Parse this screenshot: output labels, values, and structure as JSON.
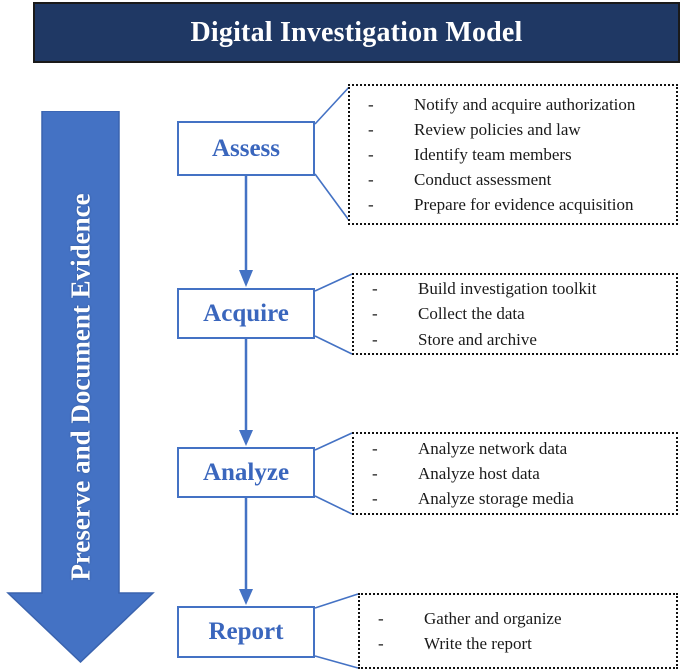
{
  "title": {
    "text": "Digital Investigation Model",
    "background_color": "#1F3864",
    "text_color": "#FFFFFF"
  },
  "side_arrow": {
    "label": "Preserve and Document Evidence",
    "direction": "down",
    "fill_color": "#4472C4",
    "text_color": "#FFFFFF"
  },
  "accent_color": "#4472C4",
  "stages": [
    {
      "name": "Assess",
      "details": [
        "Notify and acquire authorization",
        "Review policies and law",
        "Identify team members",
        "Conduct assessment",
        "Prepare for evidence acquisition"
      ]
    },
    {
      "name": "Acquire",
      "details": [
        "Build investigation toolkit",
        "Collect the data",
        "Store and archive"
      ]
    },
    {
      "name": "Analyze",
      "details": [
        "Analyze network data",
        "Analyze host data",
        "Analyze storage media"
      ]
    },
    {
      "name": "Report",
      "details": [
        "Gather and organize",
        "Write the report"
      ]
    }
  ],
  "bullet": "-"
}
